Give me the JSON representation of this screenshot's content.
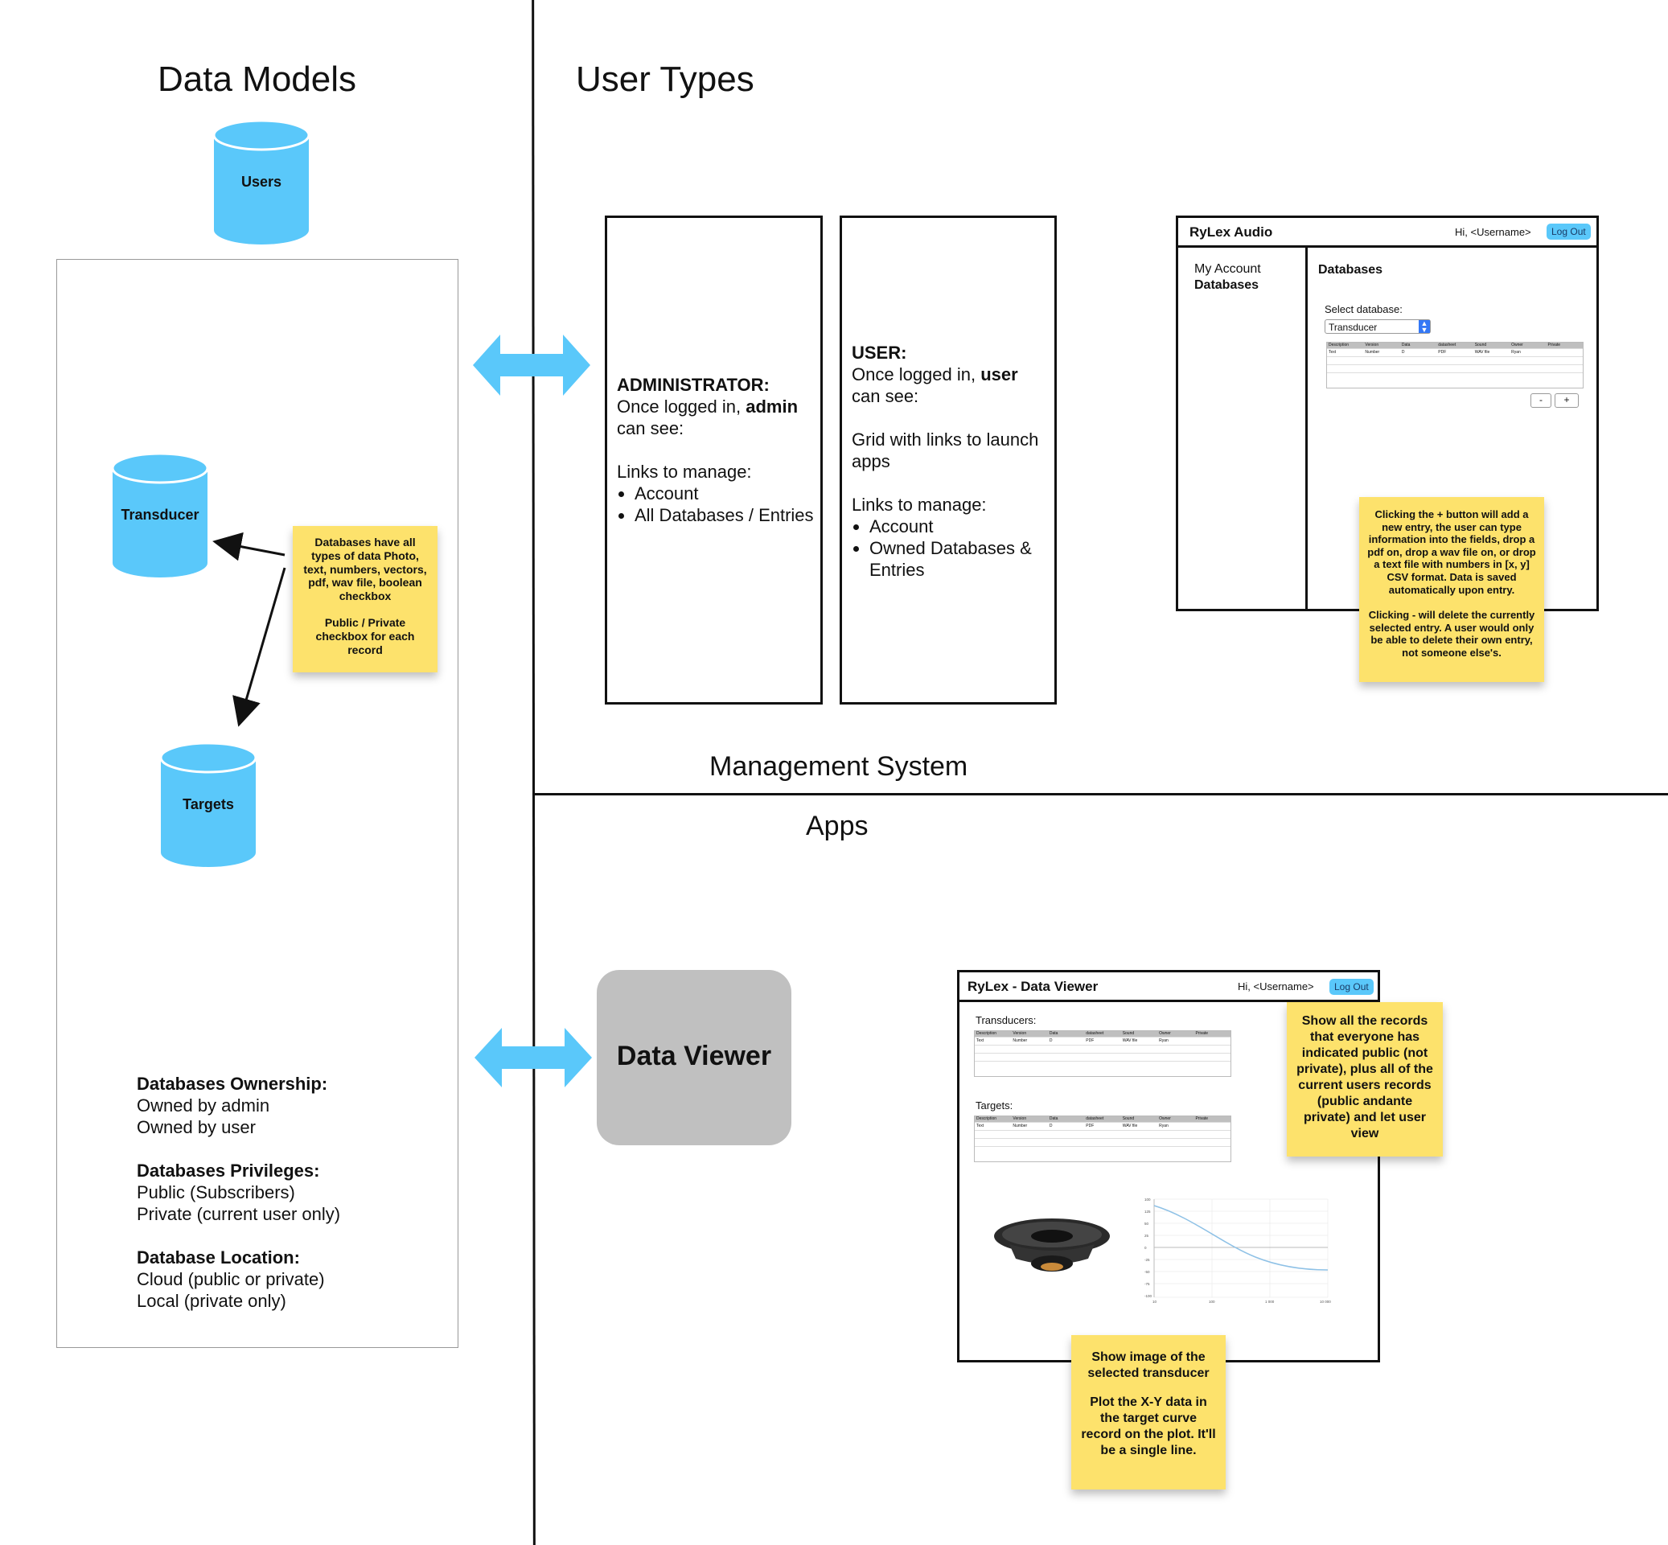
{
  "headings": {
    "data_models": "Data Models",
    "user_types": "User Types",
    "management_system": "Management System",
    "apps": "Apps"
  },
  "databases": {
    "users": "Users",
    "transducer": "Transducer",
    "targets": "Targets"
  },
  "notes": {
    "databases_types": [
      "Databases have all types of data Photo, text, numbers, vectors, pdf, wav file, boolean checkbox",
      "Public / Private checkbox for each record"
    ],
    "add_delete": [
      "Clicking the + button will add a new entry, the user can type information into the fields, drop a pdf on, drop a wav file on, or drop a text file with numbers in [x, y] CSV format. Data is saved automatically upon entry.",
      "Clicking - will delete the currently selected entry. A user would only be able to delete their own entry, not someone else's."
    ],
    "show_records": "Show all the records that everyone has indicated public (not private), plus all of the current users records (public andante private) and let user view",
    "show_image": [
      "Show image of the selected transducer",
      "Plot the X-Y data in the target curve record on the plot. It'll be a single line."
    ]
  },
  "roles": {
    "admin": {
      "title": "ADMINISTRATOR:",
      "line1_pre": "Once logged in, ",
      "line1_bold": "admin",
      "line2": "can see:",
      "links_heading": "Links to manage:",
      "items": [
        "Account",
        "All Databases / Entries"
      ]
    },
    "user": {
      "title": "USER:",
      "line1_pre": "Once logged in, ",
      "line1_bold": "user",
      "line2": "can see:",
      "grid_text": "Grid with links to launch apps",
      "links_heading": "Links to manage:",
      "items": [
        "Account",
        "Owned Databases & Entries"
      ]
    }
  },
  "ownership": {
    "h1": "Databases Ownership:",
    "l1": "Owned by admin",
    "l2": "Owned by user",
    "h2": "Databases Privileges:",
    "l3": "Public (Subscribers)",
    "l4": "Private (current user only)",
    "h3": "Database Location:",
    "l5": "Cloud (public or private)",
    "l6": "Local (private  only)"
  },
  "mgmt_mock": {
    "brand": "RyLex Audio",
    "greeting": "Hi, <Username>",
    "logout": "Log Out",
    "nav": [
      "My Account",
      "Databases"
    ],
    "section_title": "Databases",
    "select_label": "Select database:",
    "select_value": "Transducer",
    "table_headers": [
      "Description",
      "Version",
      "Data",
      "datasheet",
      "Sound",
      "Owner",
      "Private"
    ],
    "table_row": [
      "Text",
      "Number",
      "D",
      "PDF",
      "WAV file",
      "Ryan"
    ],
    "minus": "-",
    "plus": "+"
  },
  "app_tile": "Data Viewer",
  "viewer_mock": {
    "brand": "RyLex - Data Viewer",
    "greeting": "Hi, <Username>",
    "logout": "Log Out",
    "transducers_label": "Transducers:",
    "targets_label": "Targets:",
    "table_headers": [
      "Description",
      "Version",
      "Data",
      "datasheet",
      "Sound",
      "Owner",
      "Private"
    ],
    "table_row": [
      "Text",
      "Number",
      "D",
      "PDF",
      "WAV file",
      "Ryan"
    ],
    "plot_y_ticks": [
      "100",
      "125",
      "50",
      "25",
      "0",
      "-25",
      "-50",
      "-75",
      "-100"
    ],
    "plot_x_ticks": [
      "10",
      "100",
      "1 000",
      "10 000"
    ]
  },
  "colors": {
    "cylinder": "#5ac8fa",
    "sticky": "#fde26c",
    "tile": "#c0c0c0",
    "button": "#5ac8fa"
  }
}
